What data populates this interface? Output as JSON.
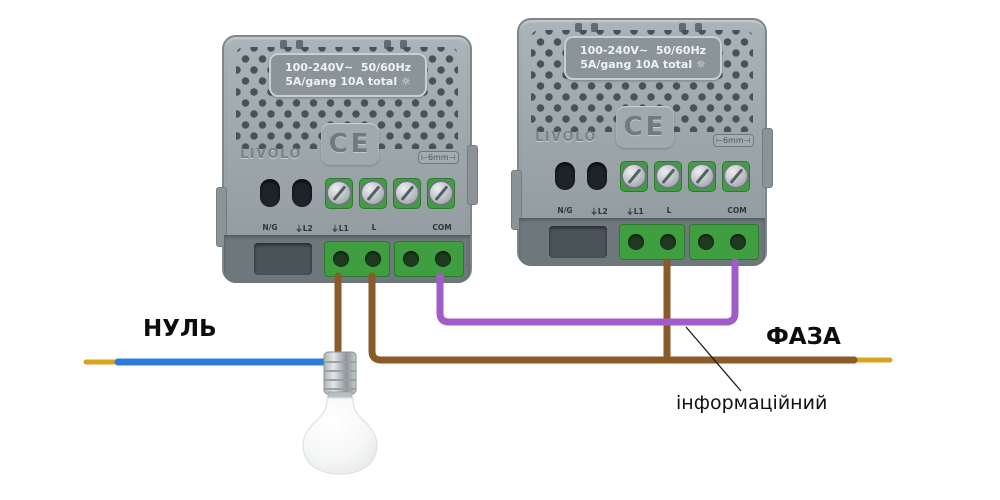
{
  "diagram": {
    "labels": {
      "neutral": "НУЛЬ",
      "phase": "ФАЗА",
      "info_wire": "інформаційний"
    },
    "module": {
      "rating_line1": "100-240V~  50/60Hz",
      "rating_line2": "5A/gang 10A total ☼",
      "brand": "LIVOLO",
      "ce_mark": "CE",
      "gap_note": "⊢6mm⊣",
      "terminals": [
        "N/G",
        "⏚L2",
        "⏚L1",
        "L",
        "COM"
      ]
    },
    "wires": {
      "neutral": "#2f7cd8",
      "phase": "#8a5a28",
      "info": "#a05cc8",
      "bare_tip": "#d9a51e"
    }
  }
}
